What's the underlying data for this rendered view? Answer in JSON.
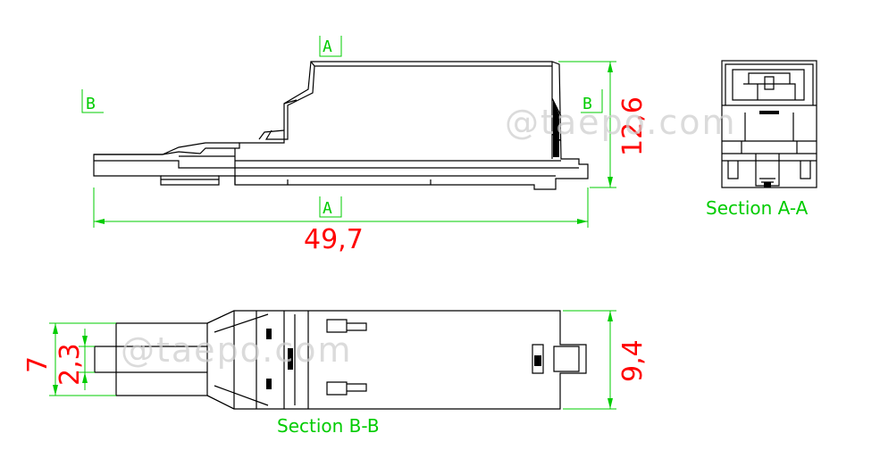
{
  "colors": {
    "outline": "#000000",
    "dimension_lines": "#00cc00",
    "dimension_text": "#ff0000",
    "watermark": "#cfcfcf",
    "background": "#ffffff"
  },
  "side_view": {
    "section_marker_a": "A",
    "section_marker_b": "B",
    "dim_length": "49,7",
    "dim_height": "12,6"
  },
  "section_a": {
    "title": "Section A-A"
  },
  "section_b": {
    "title": "Section B-B",
    "dim_outer_width": "7",
    "dim_inner_width": "2,3",
    "dim_body_width": "9,4"
  },
  "watermark": {
    "text": "@taepo.com"
  }
}
